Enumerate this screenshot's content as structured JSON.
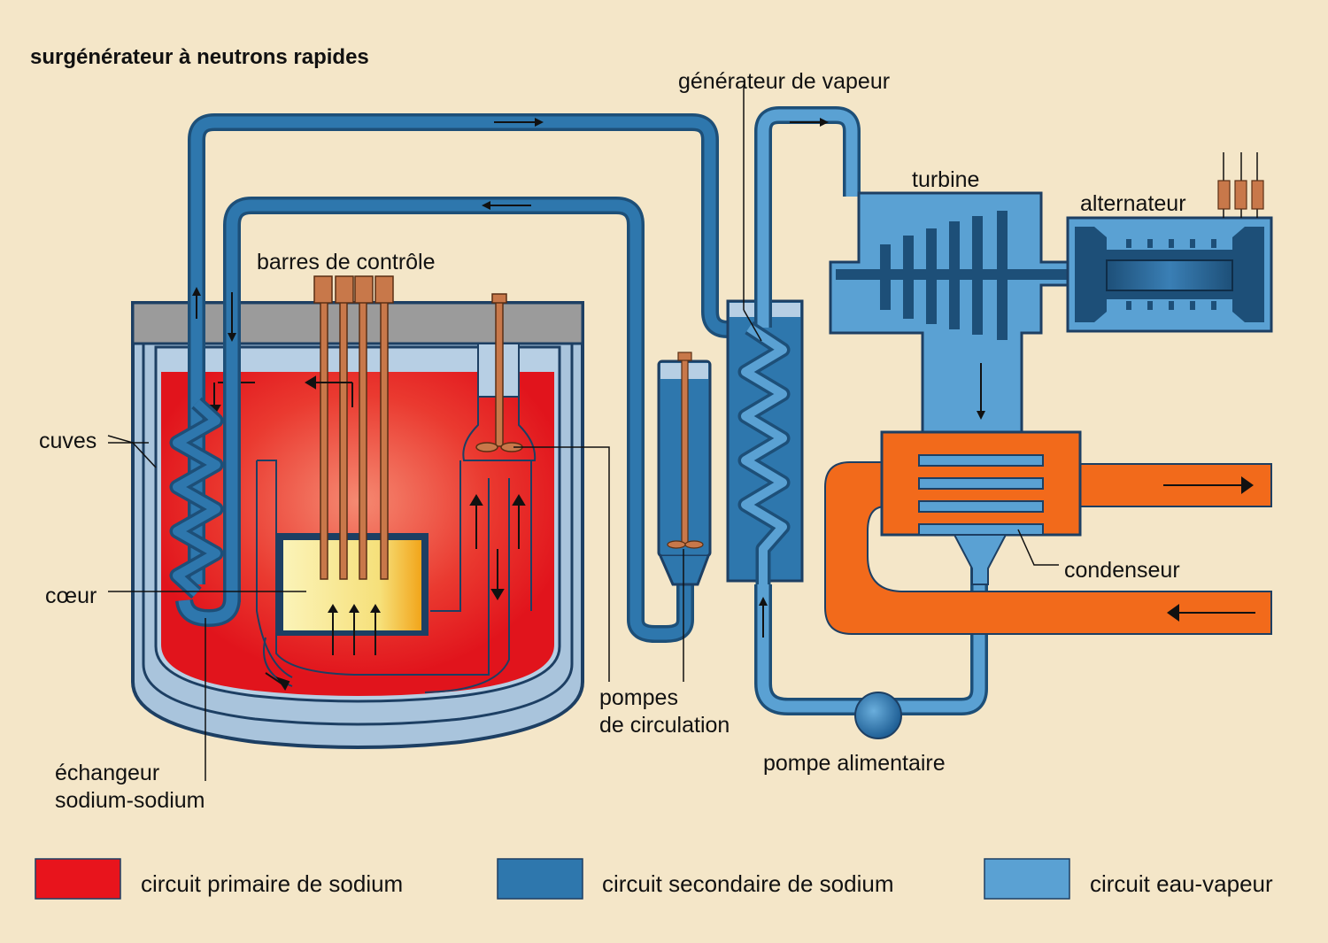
{
  "title": "surgénérateur à neutrons rapides",
  "labels": {
    "generateur_vapeur": "générateur de vapeur",
    "turbine": "turbine",
    "alternateur": "alternateur",
    "barres_controle": "barres de contrôle",
    "cuves": "cuves",
    "coeur": "cœur",
    "condenseur": "condenseur",
    "pompes_line1": "pompes",
    "pompes_line2": "de circulation",
    "pompe_alimentaire": "pompe alimentaire",
    "echangeur_line1": "échangeur",
    "echangeur_line2": "sodium-sodium"
  },
  "legend": [
    {
      "label": "circuit primaire de sodium",
      "color": "#e8141c"
    },
    {
      "label": "circuit secondaire de sodium",
      "color": "#2e77ad"
    },
    {
      "label": "circuit eau-vapeur",
      "color": "#5aa1d3"
    }
  ],
  "colors": {
    "background": "#f4e6c8",
    "primary_sodium": "#e8141c",
    "secondary_sodium": "#2e77ad",
    "water_steam": "#5aa1d3",
    "vessel_light": "#a9c4dc",
    "condensed_water": "#f26a1b",
    "lid_gray": "#9b9b9b",
    "core_yellow": "#f6e48a",
    "rod_copper": "#c8784a"
  }
}
